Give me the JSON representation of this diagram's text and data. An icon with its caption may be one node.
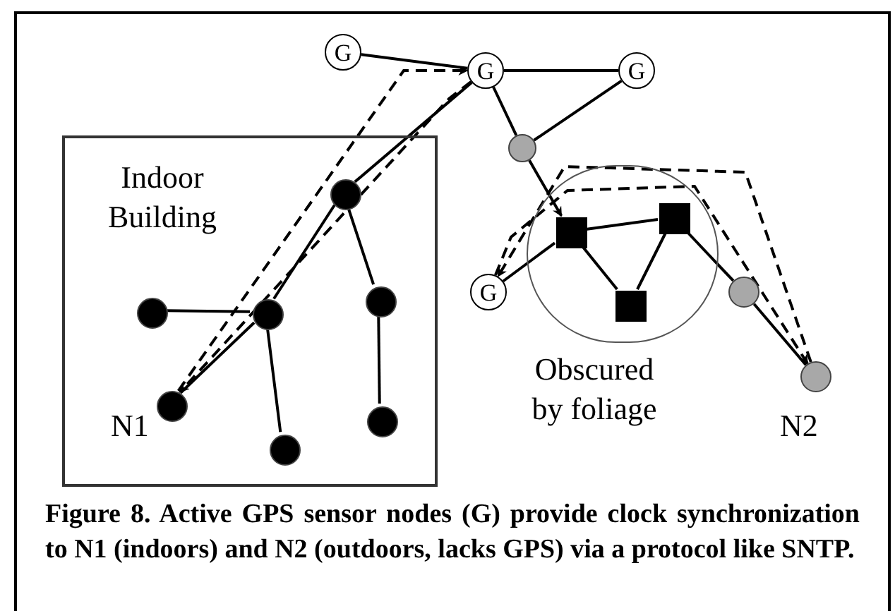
{
  "diagram": {
    "caption": "Figure 8. Active GPS sensor nodes (G) provide clock synchronization to N1 (indoors) and N2 (outdoors, lacks GPS) via a protocol like SNTP.",
    "nodes": [
      {
        "text": [
          "G"
        ]
      },
      {
        "text": [
          "G"
        ]
      },
      {
        "text": [
          "G"
        ]
      },
      {
        "text": [],
        "shape": "circle"
      },
      {
        "text": [
          "Indoor Building"
        ]
      },
      {
        "text": [],
        "shape": "circle",
        "in": 4
      },
      {
        "text": [],
        "shape": "circle",
        "in": 4
      },
      {
        "text": [],
        "shape": "circle",
        "in": 4
      },
      {
        "text": [],
        "shape": "circle",
        "in": 4
      },
      {
        "text": [],
        "shape": "circle",
        "in": 4,
        "beside": [
          "N1"
        ]
      },
      {
        "text": [],
        "shape": "circle",
        "in": 4
      },
      {
        "text": [],
        "shape": "circle",
        "in": 4
      },
      {
        "text": [],
        "shape": "circle",
        "beside": [
          "Obscured by foliage"
        ]
      },
      {
        "text": [],
        "shape": "box",
        "in": 12
      },
      {
        "text": [],
        "shape": "box",
        "in": 12
      },
      {
        "text": [],
        "shape": "box",
        "in": 12
      },
      {
        "text": [
          "G"
        ]
      },
      {
        "text": [],
        "shape": "circle"
      },
      {
        "text": [],
        "shape": "circle",
        "beside": [
          "N2"
        ]
      }
    ],
    "edges": [
      {
        "from": 0,
        "to": 1,
        "arrow": "none"
      },
      {
        "from": 1,
        "to": 2,
        "arrow": "none"
      },
      {
        "from": 1,
        "to": 5,
        "arrow": "none"
      },
      {
        "from": 1,
        "to": 3,
        "arrow": "none"
      },
      {
        "from": 2,
        "to": 3,
        "arrow": "none"
      },
      {
        "from": 3,
        "to": 13,
        "arrow": "to"
      },
      {
        "from": 13,
        "to": 14,
        "arrow": "none"
      },
      {
        "from": 13,
        "to": 15,
        "arrow": "none"
      },
      {
        "from": 14,
        "to": 15,
        "arrow": "none"
      },
      {
        "from": 13,
        "to": 16,
        "arrow": "none"
      },
      {
        "from": 14,
        "to": 17,
        "arrow": "none"
      },
      {
        "from": 17,
        "to": 18,
        "arrow": "none"
      },
      {
        "from": 5,
        "to": 7,
        "arrow": "none"
      },
      {
        "from": 5,
        "to": 8,
        "arrow": "none"
      },
      {
        "from": 7,
        "to": 6,
        "arrow": "none"
      },
      {
        "from": 7,
        "to": 9,
        "arrow": "none"
      },
      {
        "from": 7,
        "to": 11,
        "arrow": "none"
      },
      {
        "from": 8,
        "to": 10,
        "arrow": "none"
      },
      {
        "from": 9,
        "to": 1,
        "arrow": "to",
        "style": "dashed"
      },
      {
        "from": 1,
        "to": 9,
        "arrow": "to",
        "style": "dashed"
      },
      {
        "from": 18,
        "to": 16,
        "arrow": "to",
        "style": "dashed"
      },
      {
        "from": 16,
        "to": 18,
        "arrow": "to",
        "style": "dashed"
      }
    ]
  }
}
